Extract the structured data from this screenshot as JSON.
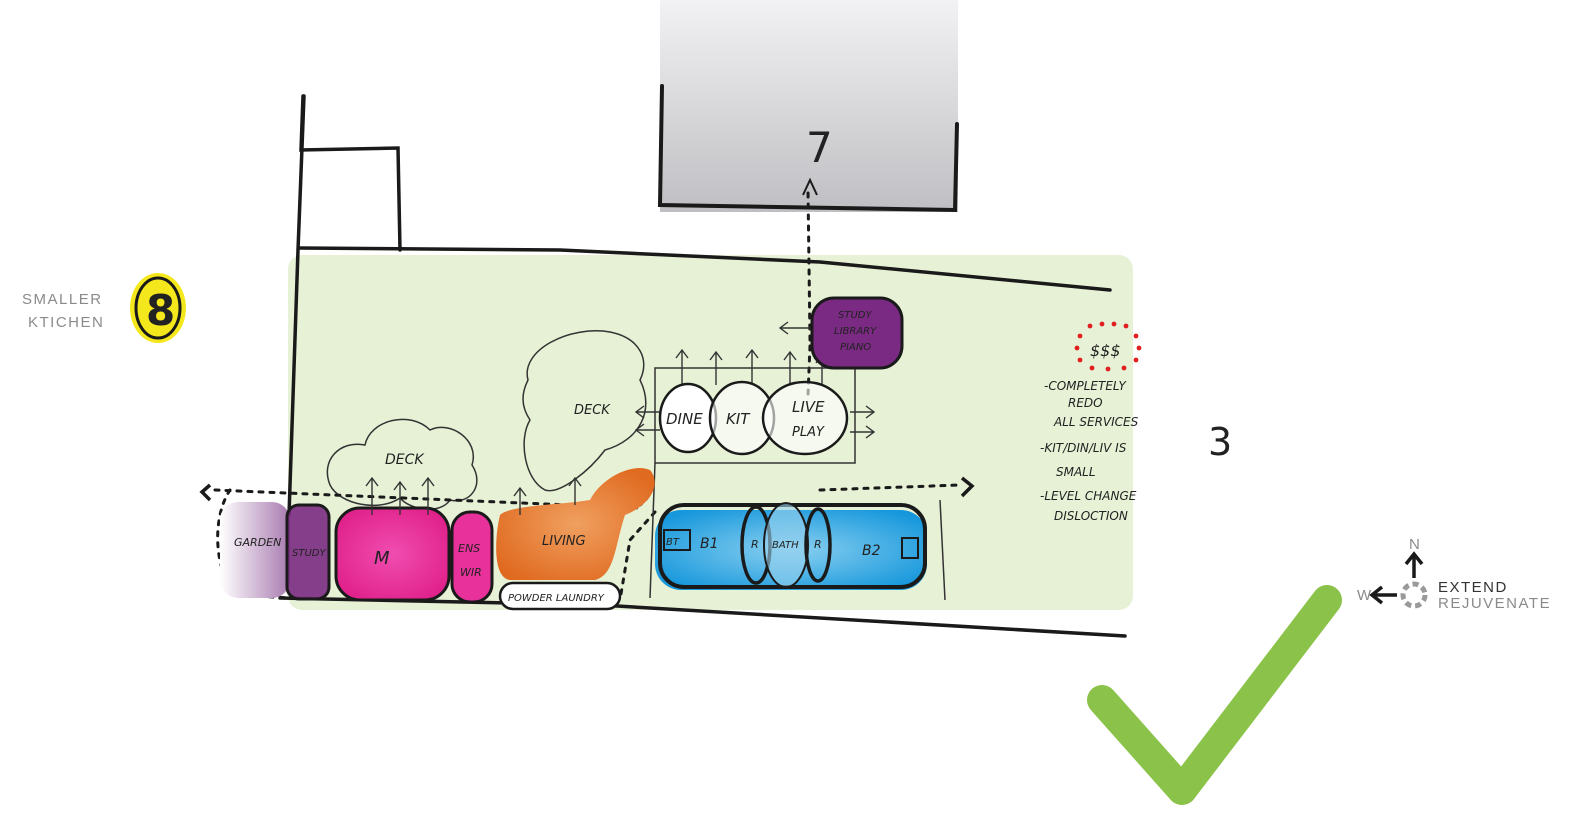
{
  "left_label": {
    "line1": "SMALLER",
    "line2": "KTICHEN"
  },
  "badge": {
    "text": "8",
    "color": "#f4e81c"
  },
  "neighbour_number": "7",
  "right_number": "3",
  "spaces": {
    "garden": "GARDEN",
    "study": "STUDY",
    "master": "M",
    "ens_top": "ENS",
    "ens_bottom": "WIR",
    "living": "LIVING",
    "powder_laundry": "POWDER LAUNDRY",
    "deck_left": "DECK",
    "deck_right": "DECK",
    "dine": "DINE",
    "kit": "KIT",
    "live": "LIVE",
    "play": "PLAY",
    "study_library_1": "STUDY",
    "study_library_2": "LIBRARY",
    "study_library_3": "PIANO",
    "b1_tag": "BT",
    "b1": "B1",
    "r_left": "R",
    "bath": "BATH",
    "r_right": "R",
    "b2": "B2"
  },
  "notes": {
    "cost": "$$$",
    "lines": [
      "-COMPLETELY",
      "REDO",
      "ALL SERVICES",
      "-KIT/DIN/LIV IS",
      "SMALL",
      "-LEVEL CHANGE",
      "DISLOCTION"
    ]
  },
  "compass": {
    "north": "N",
    "west": "W"
  },
  "legend": {
    "line1": "EXTEND",
    "line2": "REJUVENATE"
  },
  "colors": {
    "site_green": "#e6f1d6",
    "neighbour_grey": "#cfcfd2",
    "magenta": "#e8319a",
    "purple": "#7a2a82",
    "orange": "#e8782e",
    "blue": "#1aa0e0",
    "check_green": "#8bc34a",
    "cost_dots": "#e02020"
  }
}
